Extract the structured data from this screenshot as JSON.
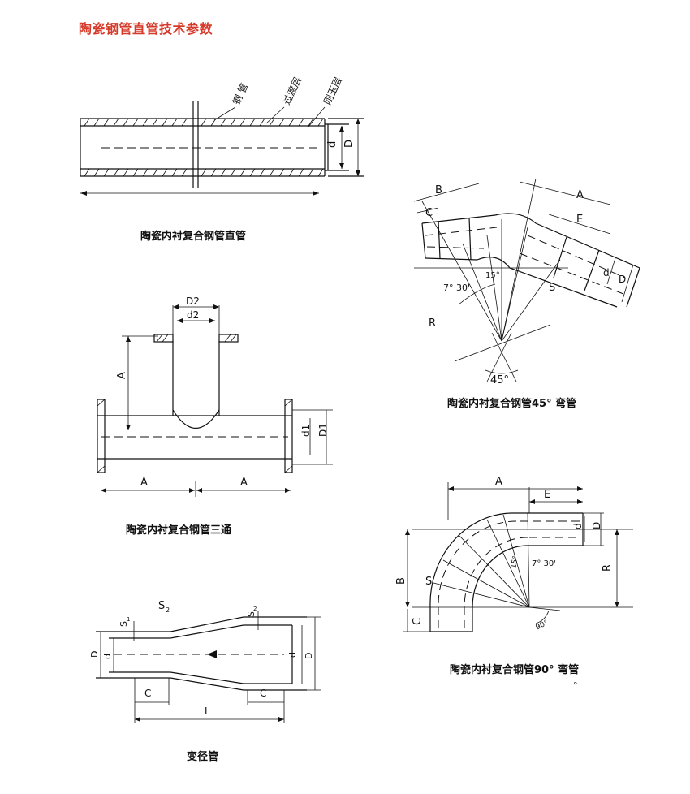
{
  "page_title": "陶瓷钢管直管技术参数",
  "straight_pipe": {
    "caption": "陶瓷内衬复合钢管直管",
    "layer_steel": "钢 管",
    "layer_transition": "过渡层",
    "layer_corundum": "刚玉层",
    "dim_d": "d",
    "dim_D": "D"
  },
  "elbow45": {
    "caption": "陶瓷内衬复合钢管45°  弯管",
    "dim_A": "A",
    "dim_B": "B",
    "dim_C": "C",
    "dim_E": "E",
    "dim_d": "d",
    "dim_D": "D",
    "dim_S": "S",
    "dim_R": "R",
    "angle_7_30": "7° 30'",
    "angle_15": "15°",
    "angle_45": "45°"
  },
  "tee": {
    "caption": "陶瓷内衬复合钢管三通",
    "dim_D2": "D2",
    "dim_d2": "d2",
    "dim_A": "A",
    "dim_d1": "d1",
    "dim_D1": "D1"
  },
  "elbow90": {
    "caption": "陶瓷内衬复合钢管90°  弯管",
    "dim_A": "A",
    "dim_B": "B",
    "dim_C": "C",
    "dim_E": "E",
    "dim_d": "d",
    "dim_D": "D",
    "dim_S": "S",
    "dim_R": "R",
    "angle_15": "15°",
    "angle_7_30": "7° 30'",
    "angle_90": "90°",
    "stray_mark": "°"
  },
  "reducer": {
    "caption": "变径管",
    "dim_S1": "S",
    "sub_1": "1",
    "dim_S2": "S",
    "sub_2": "2",
    "dim_D": "D",
    "dim_d": "d",
    "dim_C": "C",
    "dim_L": "L"
  }
}
